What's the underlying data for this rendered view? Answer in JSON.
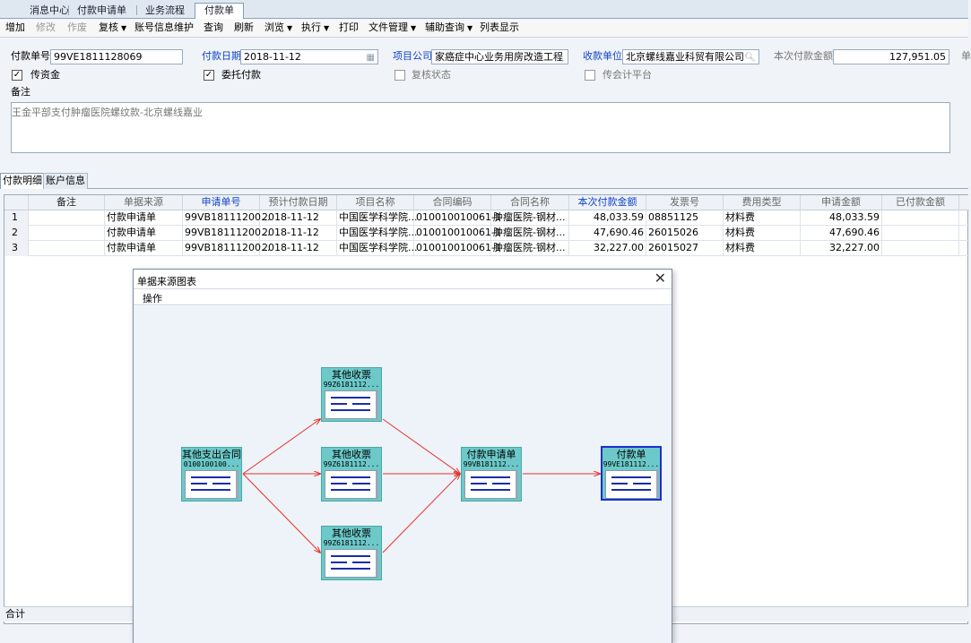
{
  "tabs": [
    {
      "label": "消息中心"
    },
    {
      "label": "付款申请单"
    },
    {
      "label": "业务流程"
    },
    {
      "label": "付款单"
    }
  ],
  "toolbar": [
    {
      "label": "增加",
      "disabled": false,
      "menu": false
    },
    {
      "label": "修改",
      "disabled": true,
      "menu": false
    },
    {
      "label": "作废",
      "disabled": true,
      "menu": false
    },
    {
      "label": "复核",
      "disabled": false,
      "menu": true
    },
    {
      "label": "账号信息维护",
      "disabled": false,
      "menu": false
    },
    {
      "label": "查询",
      "disabled": false,
      "menu": false
    },
    {
      "label": "刷新",
      "disabled": false,
      "menu": false
    },
    {
      "label": "浏览",
      "disabled": false,
      "menu": true
    },
    {
      "label": "执行",
      "disabled": false,
      "menu": true
    },
    {
      "label": "打印",
      "disabled": false,
      "menu": false
    },
    {
      "label": "文件管理",
      "disabled": false,
      "menu": true
    },
    {
      "label": "辅助查询",
      "disabled": false,
      "menu": true
    },
    {
      "label": "列表显示",
      "disabled": false,
      "menu": false
    }
  ],
  "form": {
    "pay_no_label": "付款单号",
    "pay_no_value": "99VE1811128069",
    "pay_date_label": "付款日期",
    "pay_date_value": "2018-11-12",
    "project_company_label": "项目公司",
    "project_company_value": "家癌症中心业务用房改造工程",
    "payee_label": "收款单位",
    "payee_value": "北京螺线嘉业科贸有限公司",
    "amount_label": "本次付款金额",
    "amount_value": "127,951.05",
    "amount_unit": "单",
    "cb_fund": "传资金",
    "cb_entrust": "委托付款",
    "cb_review": "复核状态",
    "cb_account": "传会计平台",
    "memo_label": "备注",
    "memo_value": "王金平部支付肿瘤医院螺纹款-北京螺线嘉业"
  },
  "subtabs": {
    "detail": "付款明细",
    "account": "账户信息"
  },
  "grid": {
    "headers": [
      "备注",
      "单据来源",
      "申请单号",
      "预计付款日期",
      "项目名称",
      "合同编码",
      "合同名称",
      "本次付款金额",
      "发票号",
      "费用类型",
      "申请金额",
      "已付款金额"
    ],
    "rows": [
      {
        "no": "1",
        "memo": "",
        "source": "付款申请单",
        "apply_no": "99VB18111200...",
        "date": "2018-11-12",
        "project": "中国医学科学院...",
        "contract_code": "010010010061-1",
        "contract_name": "肿瘤医院-钢材...",
        "amount": "48,033.59",
        "invoice": "08851125",
        "fee_type": "材料费",
        "apply_amount": "48,033.59",
        "paid": ""
      },
      {
        "no": "2",
        "memo": "",
        "source": "付款申请单",
        "apply_no": "99VB18111200...",
        "date": "2018-11-12",
        "project": "中国医学科学院...",
        "contract_code": "010010010061-1",
        "contract_name": "肿瘤医院-钢材...",
        "amount": "47,690.46",
        "invoice": "26015026",
        "fee_type": "材料费",
        "apply_amount": "47,690.46",
        "paid": ""
      },
      {
        "no": "3",
        "memo": "",
        "source": "付款申请单",
        "apply_no": "99VB18111200...",
        "date": "2018-11-12",
        "project": "中国医学科学院...",
        "contract_code": "010010010061-1",
        "contract_name": "肿瘤医院-钢材...",
        "amount": "32,227.00",
        "invoice": "26015027",
        "fee_type": "材料费",
        "apply_amount": "32,227.00",
        "paid": ""
      }
    ],
    "total_label": "合计"
  },
  "dialog": {
    "title": "单据来源图表",
    "menu": "操作",
    "close": "✕",
    "nodes": [
      {
        "title": "其他支出合同",
        "code": "0100100100..."
      },
      {
        "title": "其他收票",
        "code": "99Z6181112..."
      },
      {
        "title": "其他收票",
        "code": "99Z6181112..."
      },
      {
        "title": "其他收票",
        "code": "99Z6181112..."
      },
      {
        "title": "付款申请单",
        "code": "99VB181112..."
      },
      {
        "title": "付款单",
        "code": "99VE181112..."
      }
    ]
  },
  "colors": {
    "node_fill": "#6dc9c9",
    "edge": "#e8302a",
    "selected_border": "#1a2fd0",
    "link_blue": "#1042c8"
  }
}
